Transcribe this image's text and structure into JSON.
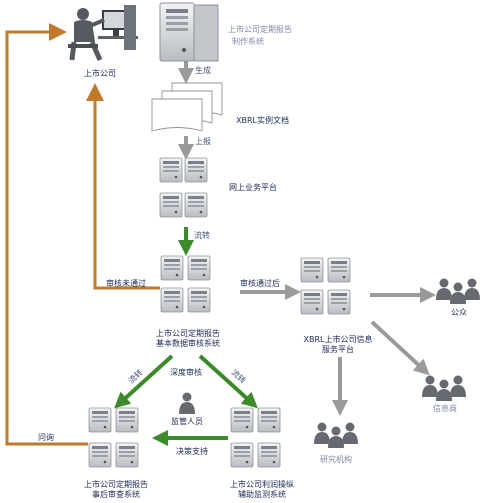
{
  "colors": {
    "orange_flow": "#c07a2c",
    "green_flow": "#3d8a2a",
    "gray_flow": "#9a9a9a",
    "server": "#c9ccd1"
  },
  "nodes": {
    "listed_company": "上市公司",
    "report_system_line1": "上市公司定期报告",
    "report_system_line2": "制作系统",
    "xbrl_docs": "XBRL实例文档",
    "online_platform": "网上业务平台",
    "review_system_line1": "上市公司定期报告",
    "review_system_line2": "基本数据审核系统",
    "info_platform_line1": "XBRL上市公司信息",
    "info_platform_line2": "服务平台",
    "public": "公众",
    "info_vendor": "信息商",
    "research": "研究机构",
    "regulator": "监管人员",
    "post_review_line1": "上市公司定期报告",
    "post_review_line2": "事后审查系统",
    "monitor_line1": "上市公司利润操纵",
    "monitor_line2": "辅助监测系统"
  },
  "edges": {
    "generate": "生成",
    "submit": "上报",
    "transfer_1": "流转",
    "rejected": "审核未通过",
    "approved": "审核通过后",
    "transfer_left": "流转",
    "transfer_right": "流转",
    "deep_review": "深度审核",
    "decision_support": "决策支持",
    "inquiry": "问询"
  },
  "icons": [
    "person-at-computer-icon",
    "server-tower-icon",
    "document-stack-icon",
    "server-cluster-icon",
    "people-group-icon",
    "person-icon"
  ]
}
